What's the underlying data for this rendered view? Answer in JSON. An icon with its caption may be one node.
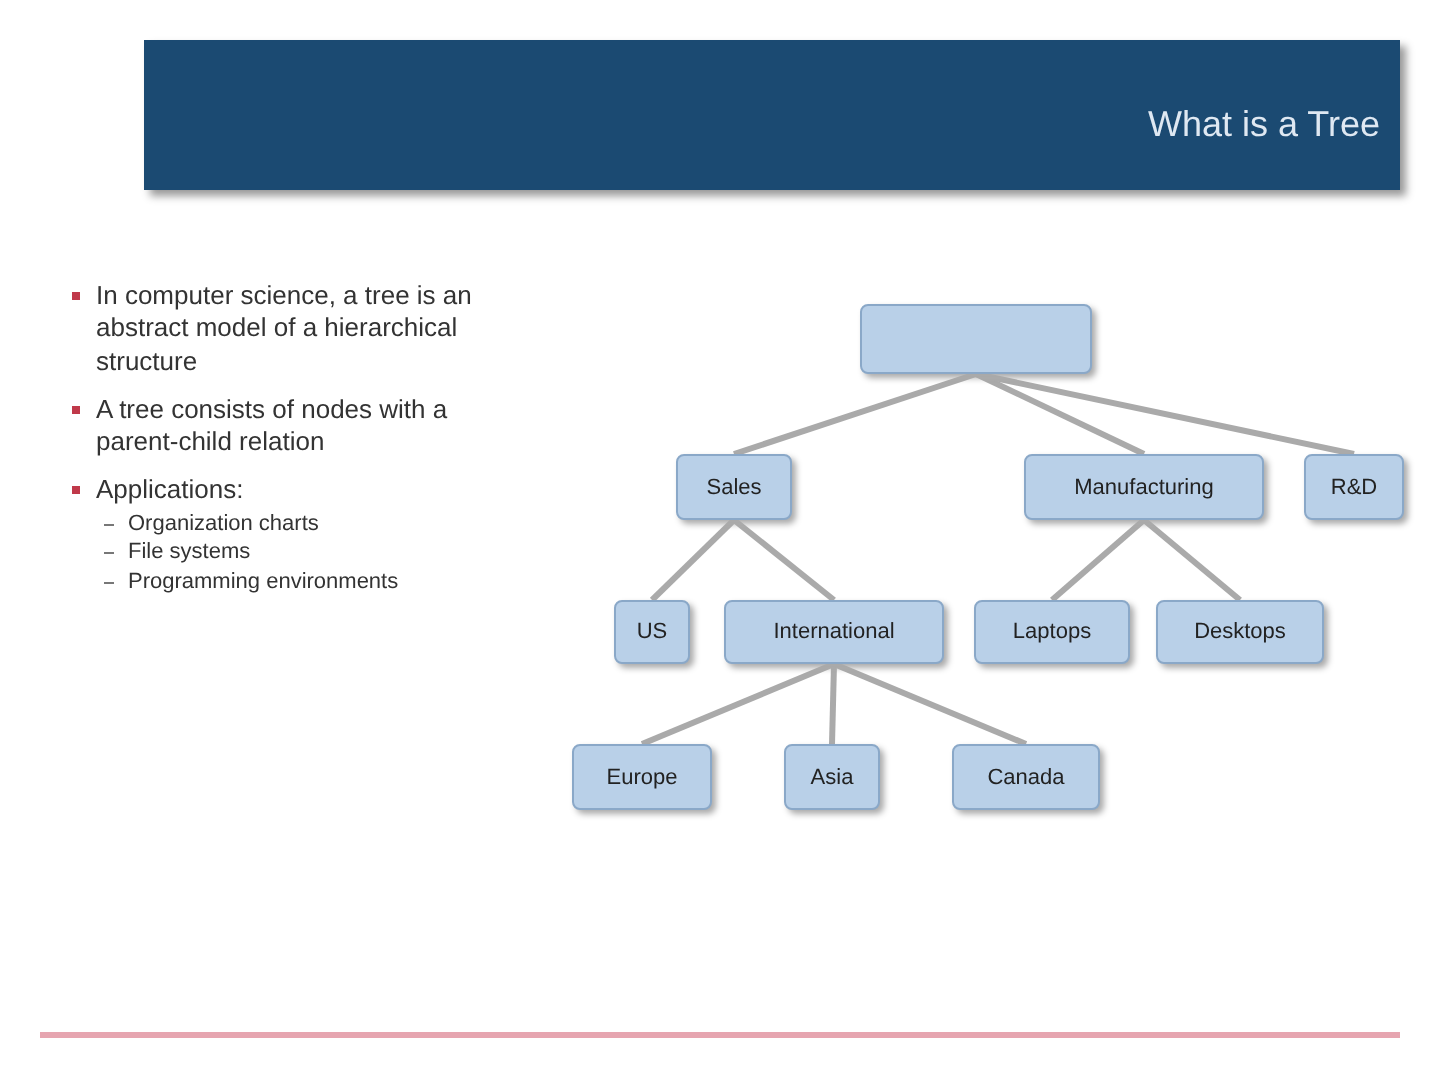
{
  "diagram": {
    "title": "What is a Tree",
    "nodes": [
      {
        "text": [],
        "shape": "box"
      },
      {
        "text": [
          "Sales"
        ]
      },
      {
        "text": [
          "Manufacturing"
        ]
      },
      {
        "text": [
          "R&D"
        ]
      },
      {
        "text": [
          "US"
        ]
      },
      {
        "text": [
          "International"
        ]
      },
      {
        "text": [
          "Laptops"
        ]
      },
      {
        "text": [
          "Desktops"
        ]
      },
      {
        "text": [
          "Europe"
        ]
      },
      {
        "text": [
          "Asia"
        ]
      },
      {
        "text": [
          "Canada"
        ]
      }
    ],
    "edges": [
      {
        "from": 0,
        "to": 1,
        "arrow": "none"
      },
      {
        "from": 0,
        "to": 2,
        "arrow": "none"
      },
      {
        "from": 0,
        "to": 3,
        "arrow": "none"
      },
      {
        "from": 1,
        "to": 4,
        "arrow": "none"
      },
      {
        "from": 1,
        "to": 5,
        "arrow": "none"
      },
      {
        "from": 2,
        "to": 6,
        "arrow": "none"
      },
      {
        "from": 2,
        "to": 7,
        "arrow": "none"
      },
      {
        "from": 5,
        "to": 8,
        "arrow": "none"
      },
      {
        "from": 5,
        "to": 9,
        "arrow": "none"
      },
      {
        "from": 5,
        "to": 10,
        "arrow": "none"
      }
    ],
    "labels": [
      "In computer science, a tree is an abstract model of a hierarchical structure",
      "A tree consists of nodes with a parent-child relation",
      "Applications:",
      "Organization charts",
      "File systems",
      "Programming environments"
    ]
  }
}
